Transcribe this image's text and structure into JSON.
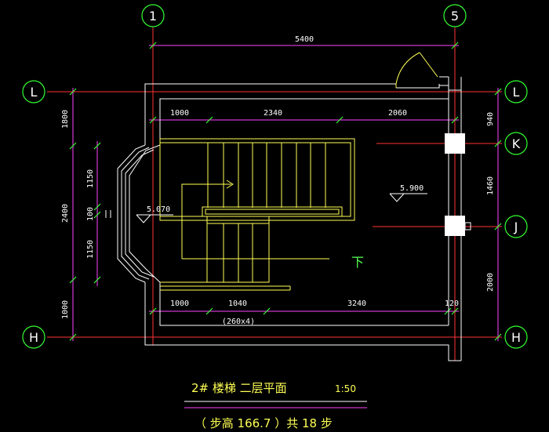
{
  "axes": {
    "col_1": "1",
    "col_5": "5",
    "row_L_left": "L",
    "row_L_right": "L",
    "row_K": "K",
    "row_J": "J",
    "row_H_left": "H",
    "row_H_right": "H"
  },
  "dims": {
    "overall_width": "5400",
    "top_1": "1000",
    "top_2": "2340",
    "top_3": "2060",
    "bottom_1": "1000",
    "bottom_2": "1040",
    "bottom_3": "3240",
    "bottom_4": "120",
    "bottom_note": "(260x4)",
    "left_1": "1800",
    "left_2": "2400",
    "left_3": "1000",
    "inner_1": "1150",
    "inner_2": "100",
    "inner_3": "1150",
    "right_1": "940",
    "right_2": "1460",
    "right_3": "2000"
  },
  "levels": {
    "left": "5.070",
    "right": "5.900"
  },
  "annotations": {
    "down": "下"
  },
  "title": {
    "main": "2# 楼梯 二层平面",
    "scale": "1:50",
    "step_text": "（ 步高 166.7 ）共 18 步"
  },
  "colors": {
    "background": "#000000",
    "axis": "#ff3333",
    "dimension": "#ff44ff",
    "grid_circle": "#33ff33",
    "wall": "#ffffff",
    "stair": "#ffff55",
    "text": "#ffffff"
  }
}
